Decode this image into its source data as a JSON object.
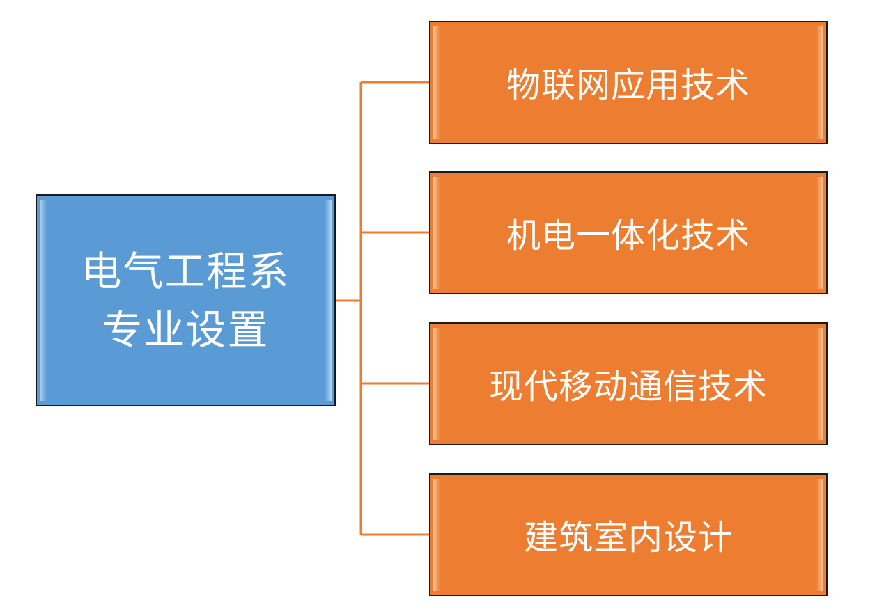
{
  "root": {
    "line1": "电气工程系",
    "line2": "专业设置"
  },
  "children": [
    {
      "label": "物联网应用技术"
    },
    {
      "label": "机电一体化技术"
    },
    {
      "label": "现代移动通信技术"
    },
    {
      "label": "建筑室内设计"
    }
  ],
  "colors": {
    "root_fill": "#5b9bd5",
    "child_fill": "#ed7d31",
    "connector": "#ed7d31",
    "border": "#1a1a1a"
  }
}
